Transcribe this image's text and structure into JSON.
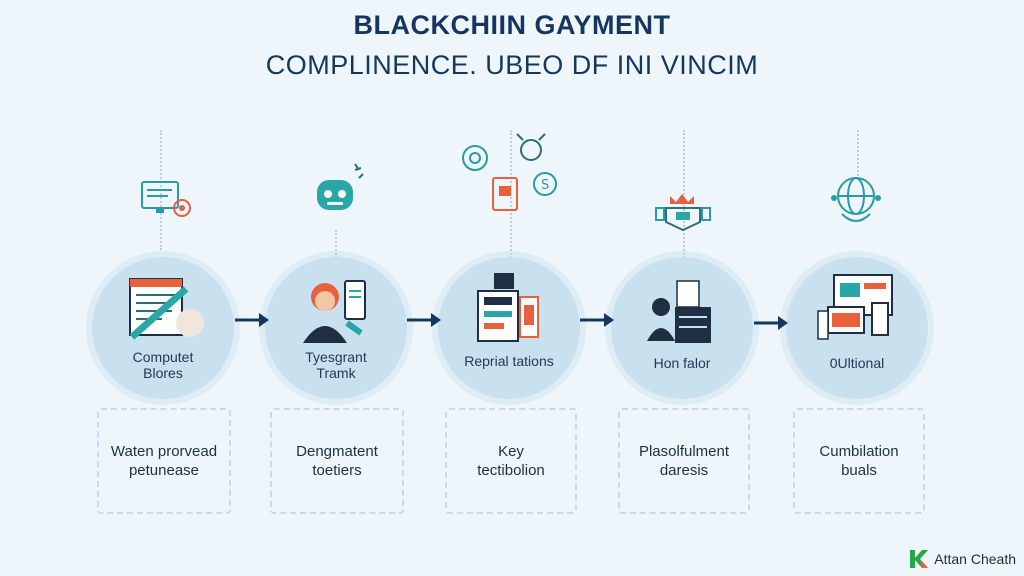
{
  "title": {
    "line1": "BLACKCHIIN GAYMENT",
    "line2": "COMPLINENCE. UBEO DF INI VINCIM"
  },
  "steps": [
    {
      "label": [
        "Computet",
        "Blores"
      ],
      "box": [
        "Waten prorvead",
        "petunease"
      ],
      "top_icon": "computer-monitor-icon",
      "illustration": "document-checklist-icon"
    },
    {
      "label": [
        "Tyesgrant",
        "Tramk"
      ],
      "box": [
        "Dengmatent",
        "toetiers"
      ],
      "top_icon": "robot-face-icon",
      "illustration": "person-with-phone-icon"
    },
    {
      "label": [
        "Reprial tations"
      ],
      "box": [
        "Key",
        "tectibolion"
      ],
      "top_icon": "network-nodes-icon",
      "illustration": "devices-stack-icon"
    },
    {
      "label": [
        "Hon falor"
      ],
      "box": [
        "Plasolfulment",
        "daresis"
      ],
      "top_icon": "crown-shield-icon",
      "illustration": "person-at-desk-icon"
    },
    {
      "label": [
        "0Ultional"
      ],
      "box": [
        "Cumbilation",
        "buals"
      ],
      "top_icon": "globe-icon",
      "illustration": "multi-device-icon"
    }
  ],
  "arrows": [
    "arrow-right-icon",
    "arrow-right-icon",
    "arrow-right-icon",
    "arrow-right-icon"
  ],
  "brand": {
    "text": "Attan Cheath",
    "icon": "brand-logo-icon"
  },
  "colors": {
    "background": "#eef6fb",
    "circle": "#c9e1ee",
    "accent_teal": "#2aa6a6",
    "accent_orange": "#e8603c",
    "navy": "#15365e"
  }
}
